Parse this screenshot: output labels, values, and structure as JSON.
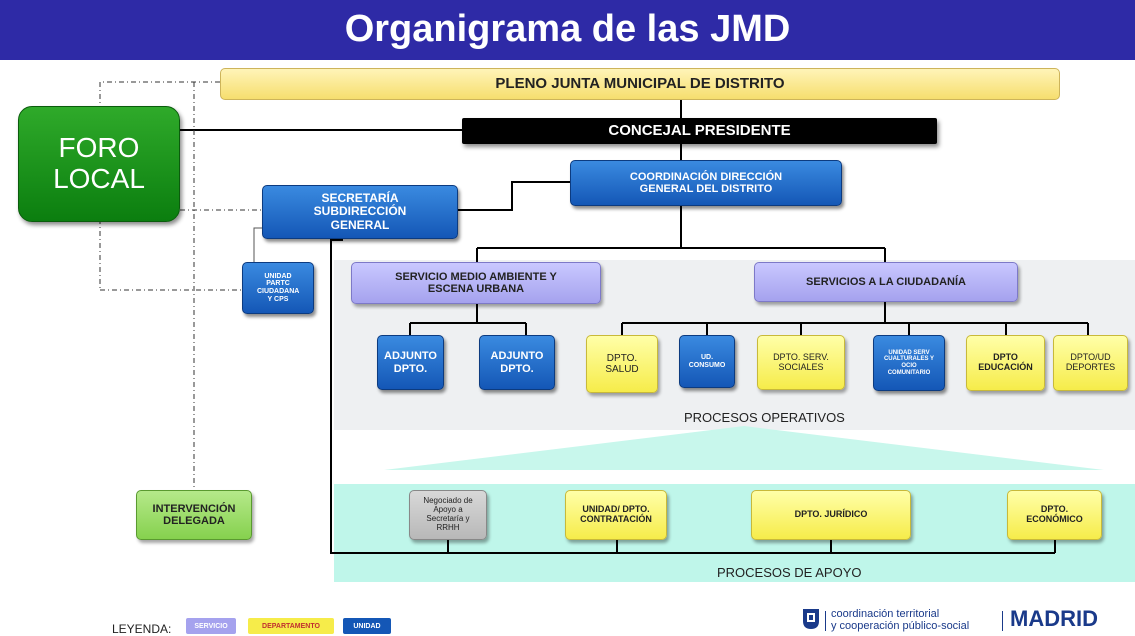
{
  "title": "Organigrama de las JMD",
  "nodes": {
    "pleno": "PLENO JUNTA MUNICIPAL DE DISTRITO",
    "concejal": "CONCEJAL PRESIDENTE",
    "foro": "FORO LOCAL",
    "coordinacion": "COORDINACIÓN DIRECCIÓN GENERAL DEL DISTRITO",
    "secretaria": "SECRETARÍA SUBDIRECCIÓN GENERAL",
    "unidad_partc": "UNIDAD PARTC CIUDADANA Y CPS",
    "servicio_medio": "SERVICIO MEDIO AMBIENTE Y ESCENA URBANA",
    "servicios_ciudadania": "SERVICIOS A LA CIUDADANÍA",
    "adjunto1": "ADJUNTO DPTO.",
    "adjunto2": "ADJUNTO DPTO.",
    "dpto_salud": "DPTO. SALUD",
    "ud_consumo": "UD. CONSUMO",
    "dpto_serv_sociales": "DPTO. SERV. SOCIALES",
    "unidad_serv_culturales": "UNIDAD SERV CUALTURALES Y OCIO COMUNITARIO",
    "dpto_educacion": "DPTO EDUCACIÓN",
    "dpto_deportes": "DPTO/UD DEPORTES",
    "intervencion": "INTERVENCIÓN DELEGADA",
    "negociado": "Negociado de Apoyo a Secretaría y RRHH",
    "contratacion": "UNIDAD/ DPTO. CONTRATACIÓN",
    "juridico": "DPTO. JURÍDICO",
    "economico": "DPTO. ECONÓMICO"
  },
  "captions": {
    "procesos_operativos": "PROCESOS OPERATIVOS",
    "procesos_apoyo": "PROCESOS DE APOYO"
  },
  "legend": {
    "label": "LEYENDA:",
    "items": [
      {
        "label": "SERVICIO",
        "color": "#a5a2ee"
      },
      {
        "label": "DEPARTAMENTO",
        "color": "#f6ec4a"
      },
      {
        "label": "UNIDAD",
        "color": "#1457b6"
      }
    ]
  },
  "footer": {
    "line1": "coordinación territorial",
    "line2": "y cooperación público-social",
    "brand": "MADRID"
  },
  "colors": {
    "title_bar": "#2e2aa6",
    "servicio": "#a5a2ee",
    "departamento": "#f6ec4a",
    "unidad": "#1457b6",
    "foro": "#0b7e0f",
    "procesos_apoyo_band": "#bff6ea"
  }
}
